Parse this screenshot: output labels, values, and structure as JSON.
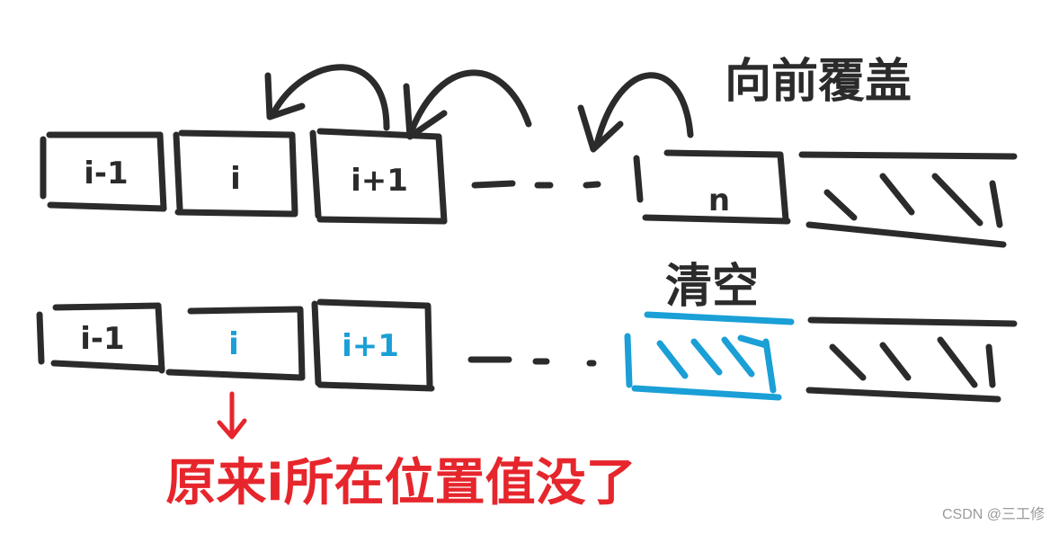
{
  "colors": {
    "ink": "#2b2b2b",
    "blue": "#1a9fd6",
    "red": "#e6262c"
  },
  "top_row": {
    "annotation": "向前覆盖",
    "cells": [
      "i-1",
      "i",
      "i+1",
      "n"
    ],
    "ellipsis": "- - -"
  },
  "bottom_row": {
    "annotation": "清空",
    "cells": [
      "i-1",
      "i",
      "i+1"
    ],
    "ellipsis": "- - ."
  },
  "note": "原来i所在位置值没了",
  "watermark": "CSDN @三工修"
}
